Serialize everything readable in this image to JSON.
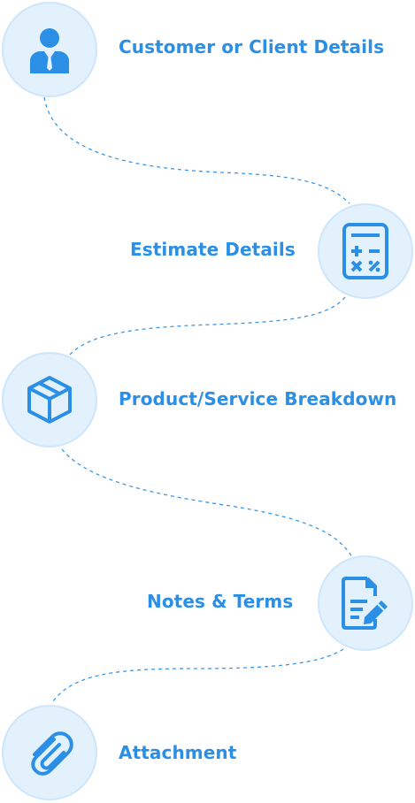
{
  "steps": [
    {
      "label": "Customer or Client Details",
      "icon": "user-icon"
    },
    {
      "label": "Estimate Details",
      "icon": "calculator-icon"
    },
    {
      "label": "Product/Service Breakdown",
      "icon": "box-icon"
    },
    {
      "label": "Notes & Terms",
      "icon": "document-edit-icon"
    },
    {
      "label": "Attachment",
      "icon": "paperclip-icon"
    }
  ],
  "colors": {
    "accent": "#2a8fe5",
    "circle_fill": "#e3f1fd",
    "circle_ring": "#cfe6fb",
    "connector": "#3a97e8"
  }
}
